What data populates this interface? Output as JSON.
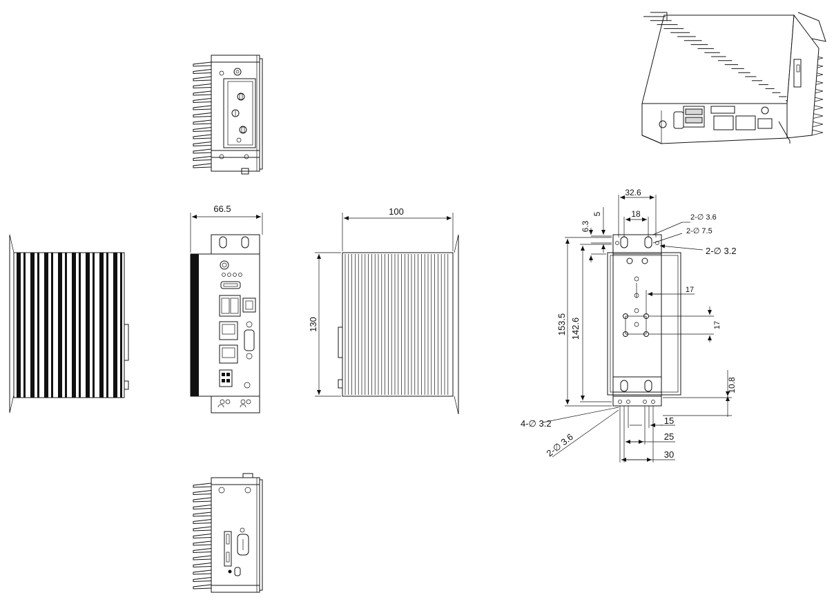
{
  "dimensions": {
    "front_width": "66.5",
    "side_length": "100",
    "height": "130",
    "bracket_width": "32.6",
    "hole_spacing": "18",
    "top_offset": "6.3",
    "top_gap": "5",
    "total_height": "153.5",
    "hole_height": "142.6",
    "center_h": "17",
    "center_v": "17",
    "bottom_offset": "10.8",
    "bottom_15": "15",
    "bottom_25": "25",
    "bottom_30": "30"
  },
  "callouts": {
    "top_hole_small": "2-∅ 3.6",
    "top_hole_large": "2-∅ 7.5",
    "top_hole_side": "2-∅ 3.2",
    "bottom_holes_4": "4-∅ 3.2",
    "bottom_holes_2": "2-∅ 3.6"
  }
}
